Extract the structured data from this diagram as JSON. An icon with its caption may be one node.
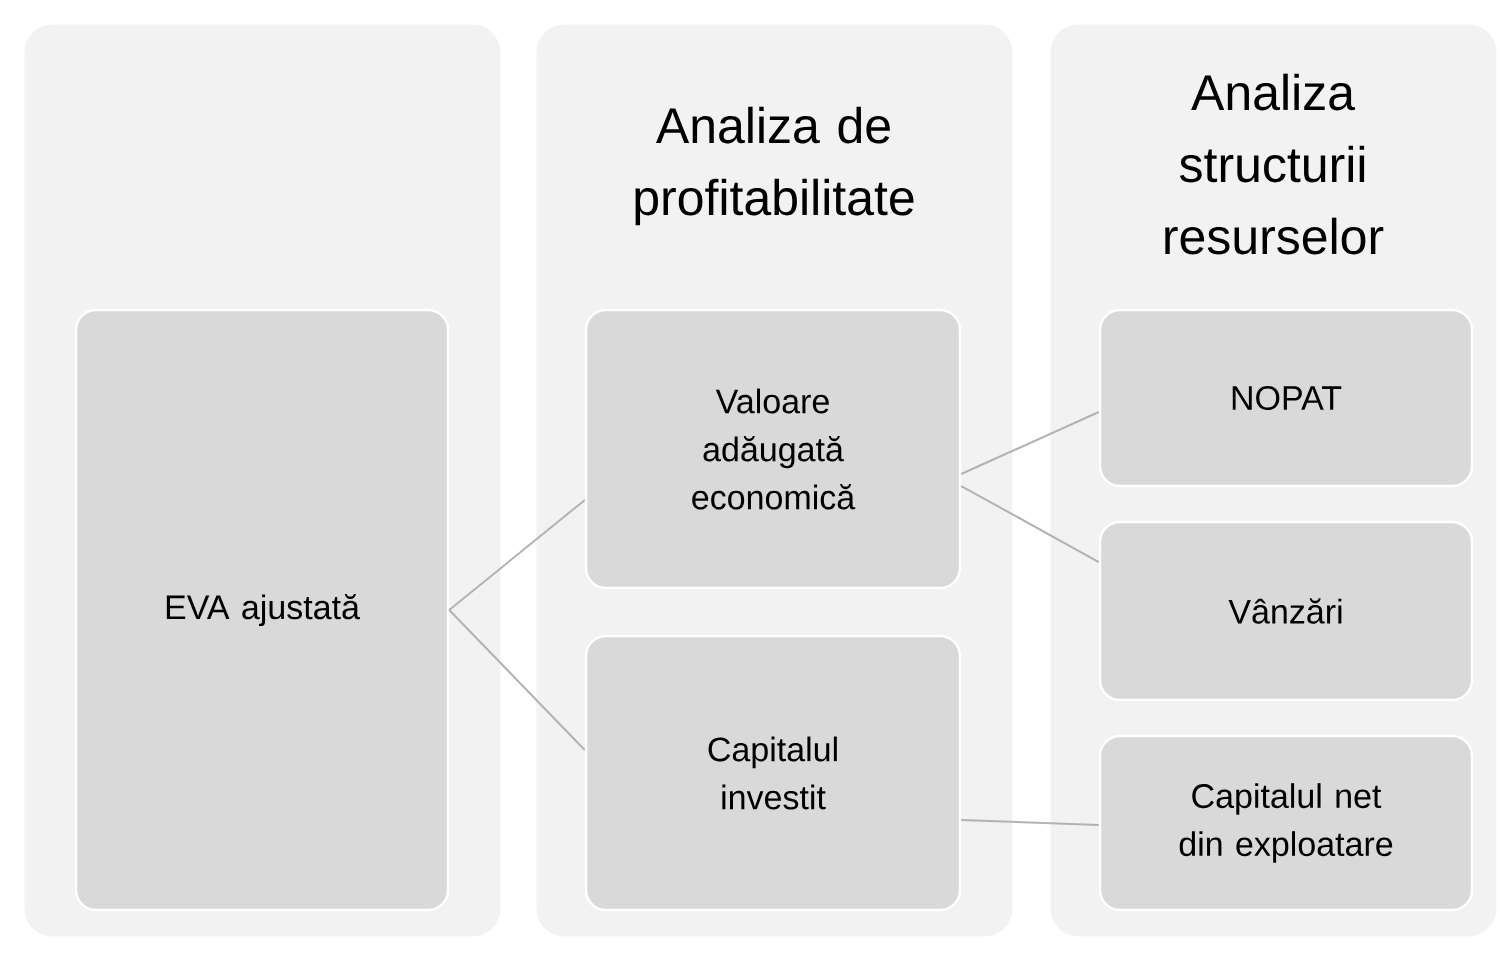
{
  "diagram": {
    "nodes": [
      {
        "text": [],
        "shape": "box"
      },
      {
        "text": [
          "Analiza de profitabilitate"
        ]
      },
      {
        "text": [
          "Analiza structurii resurselor"
        ]
      },
      {
        "text": [
          "EVA ajustată"
        ],
        "in": 0
      },
      {
        "text": [
          "Valoare adăugată economică"
        ],
        "in": 1
      },
      {
        "text": [
          "Capitalul investit"
        ],
        "in": 1
      },
      {
        "text": [
          "NOPAT"
        ],
        "in": 2
      },
      {
        "text": [
          "Vânzări"
        ],
        "in": 2
      },
      {
        "text": [
          "Capitalul net din exploatare"
        ],
        "in": 2
      }
    ],
    "edges": [
      {
        "from": 3,
        "to": 4,
        "arrow": "none"
      },
      {
        "from": 3,
        "to": 5,
        "arrow": "none"
      },
      {
        "from": 4,
        "to": 6,
        "arrow": "none"
      },
      {
        "from": 4,
        "to": 7,
        "arrow": "none"
      },
      {
        "from": 5,
        "to": 8,
        "arrow": "none"
      }
    ]
  }
}
